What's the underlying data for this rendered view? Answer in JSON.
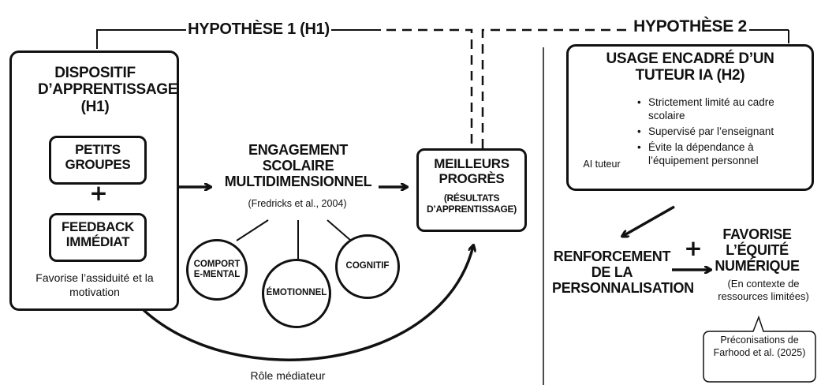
{
  "h1_header": "HYPOTHÈSE 1 (H1)",
  "h2_header": "HYPOTHÈSE 2",
  "dispositif": {
    "title": "DISPOSITIF D’APPRENTISSAGE (H1)",
    "box1": "PETITS GROUPES",
    "plus": "+",
    "box2": "FEEDBACK IMMÉDIAT",
    "caption": "Favorise l’assiduité et la motivation"
  },
  "engagement": {
    "title": "ENGAGEMENT SCOLAIRE MULTIDIMENSIONNEL",
    "citation": "(Fredricks et al., 2004)",
    "dims": [
      "COMPORTE-MENTAL",
      "ÉMOTIONNEL",
      "COGNITIF"
    ]
  },
  "progres": {
    "title": "MEILLEURS PROGRÈS",
    "subtitle": "(RÉSULTATS D’APPRENTISSAGE)"
  },
  "mediator_label": "Rôle médiateur",
  "tuteur": {
    "title": "USAGE ENCADRÉ D’UN TUTEUR IA (H2)",
    "icon_label": "AI tuteur",
    "bullets": [
      "Strictement limité au cadre scolaire",
      "Supervisé par l’enseignant",
      "Évite la dépendance à l’équipement personnel"
    ]
  },
  "renforcement": "RENFORCEMENT DE LA PERSONNALISATION",
  "plus2": "+",
  "equite": {
    "title": "FAVORISE L’ÉQUITÉ NUMÉRIQUE",
    "subtitle": "(En contexte de ressources limitées)"
  },
  "preconisations": "Préconisations de Farhood et al. (2025)"
}
